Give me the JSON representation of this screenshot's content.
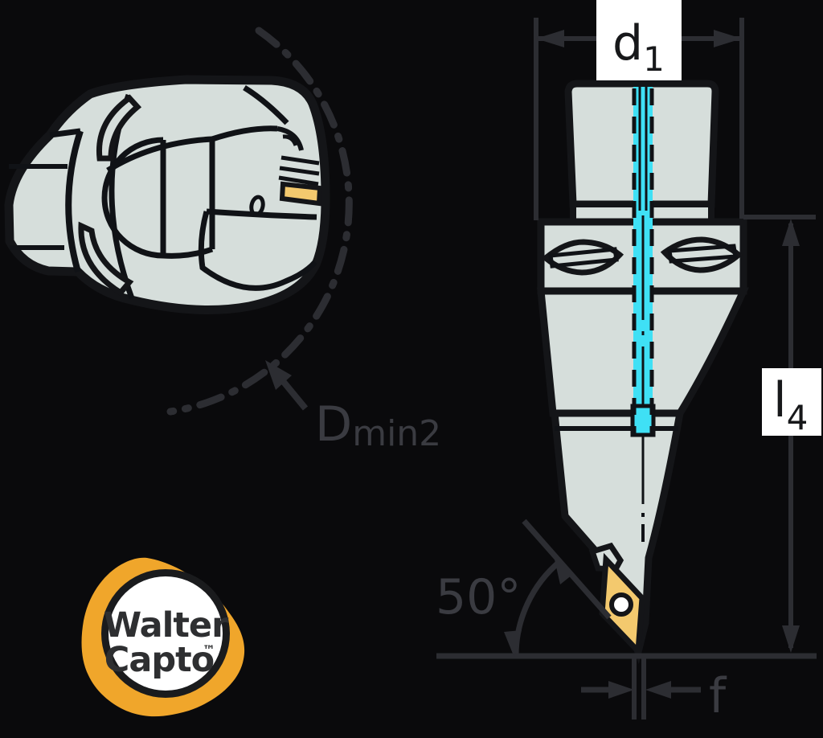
{
  "labels": {
    "d1": {
      "base": "d",
      "sub": "1"
    },
    "l4": {
      "base": "l",
      "sub": "4"
    },
    "dmin2": {
      "base": "D",
      "sub": "min2"
    },
    "angle": "50°",
    "offset": "f"
  },
  "logo": {
    "line1": "Walter",
    "line2": "Capto",
    "trademark": "™"
  },
  "colors": {
    "background": "#0A0A0C",
    "body_fill": "#D6DEDB",
    "outline": "#141518",
    "coolant_cyan": "#3FE0F5",
    "insert_yellow": "#F3C96E",
    "logo_orange": "#F0A62B",
    "dimension_line": "#2C2D32",
    "gray_label": "#3A3B41",
    "label_box": "#FFFFFF",
    "label_text": "#17181A"
  }
}
